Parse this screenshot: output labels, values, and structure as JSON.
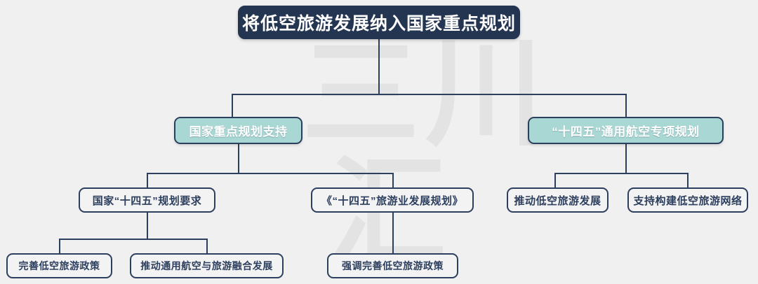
{
  "diagram": {
    "type": "org-chart",
    "background_color": "#f0f0f0",
    "watermark": {
      "line1": "三川",
      "line2": "汇",
      "color": "#e3e3e3"
    },
    "colors": {
      "title_fill": "#233551",
      "level2_fill": "#a9d7d4",
      "border": "#2d3f5e",
      "leaf_fill": "#f3f3f3",
      "leaf_text": "#2d3f5e"
    },
    "title": {
      "label": "将低空旅游发展纳入国家重点规划"
    },
    "level2": [
      {
        "label": "国家重点规划支持"
      },
      {
        "label": "“十四五”通用航空专项规划"
      }
    ],
    "level3": [
      {
        "label": "国家“十四五”规划要求"
      },
      {
        "label": "《“十四五”旅游业发展规划》"
      },
      {
        "label": "推动低空旅游发展"
      },
      {
        "label": "支持构建低空旅游网络"
      }
    ],
    "level4": [
      {
        "label": "完善低空旅游政策"
      },
      {
        "label": "推动通用航空与旅游融合发展"
      },
      {
        "label": "强调完善低空旅游政策"
      }
    ]
  }
}
